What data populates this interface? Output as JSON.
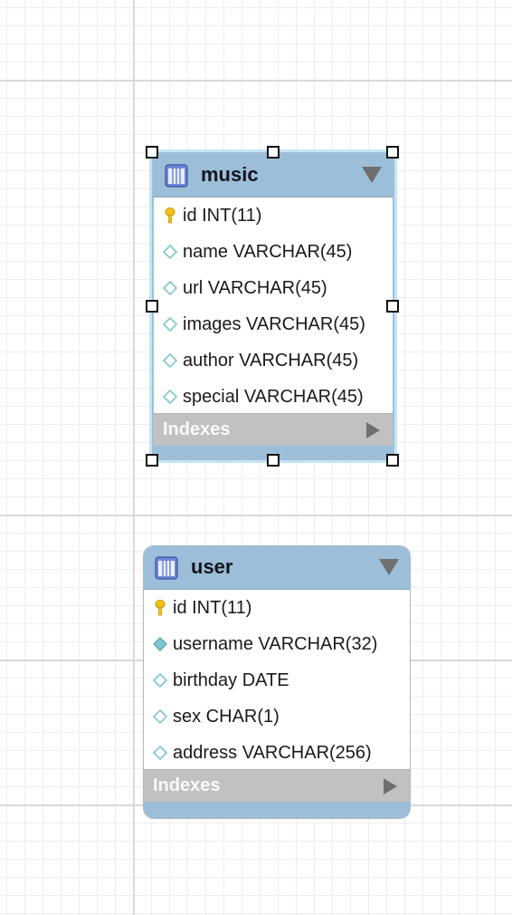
{
  "diagram": {
    "tables": [
      {
        "name": "music",
        "selected": true,
        "columns": [
          {
            "text": "id INT(11)",
            "icon": "primary-key-icon"
          },
          {
            "text": "name VARCHAR(45)",
            "icon": "column-diamond-icon"
          },
          {
            "text": "url VARCHAR(45)",
            "icon": "column-diamond-icon"
          },
          {
            "text": "images VARCHAR(45)",
            "icon": "column-diamond-icon"
          },
          {
            "text": "author VARCHAR(45)",
            "icon": "column-diamond-icon"
          },
          {
            "text": "special VARCHAR(45)",
            "icon": "column-diamond-icon"
          }
        ],
        "indexes_label": "Indexes"
      },
      {
        "name": "user",
        "selected": false,
        "columns": [
          {
            "text": "id INT(11)",
            "icon": "primary-key-icon"
          },
          {
            "text": "username VARCHAR(32)",
            "icon": "column-diamond-filled-icon"
          },
          {
            "text": "birthday DATE",
            "icon": "column-diamond-icon"
          },
          {
            "text": "sex CHAR(1)",
            "icon": "column-diamond-icon"
          },
          {
            "text": "address VARCHAR(256)",
            "icon": "column-diamond-icon"
          }
        ],
        "indexes_label": "Indexes"
      }
    ]
  },
  "colors": {
    "header": "#9cbed8",
    "selection_glow": "#c4e4f3",
    "indexes_bar": "#c1c1c1",
    "key_icon": "#f2c21a",
    "diamond_icon": "#7fc6d2"
  }
}
